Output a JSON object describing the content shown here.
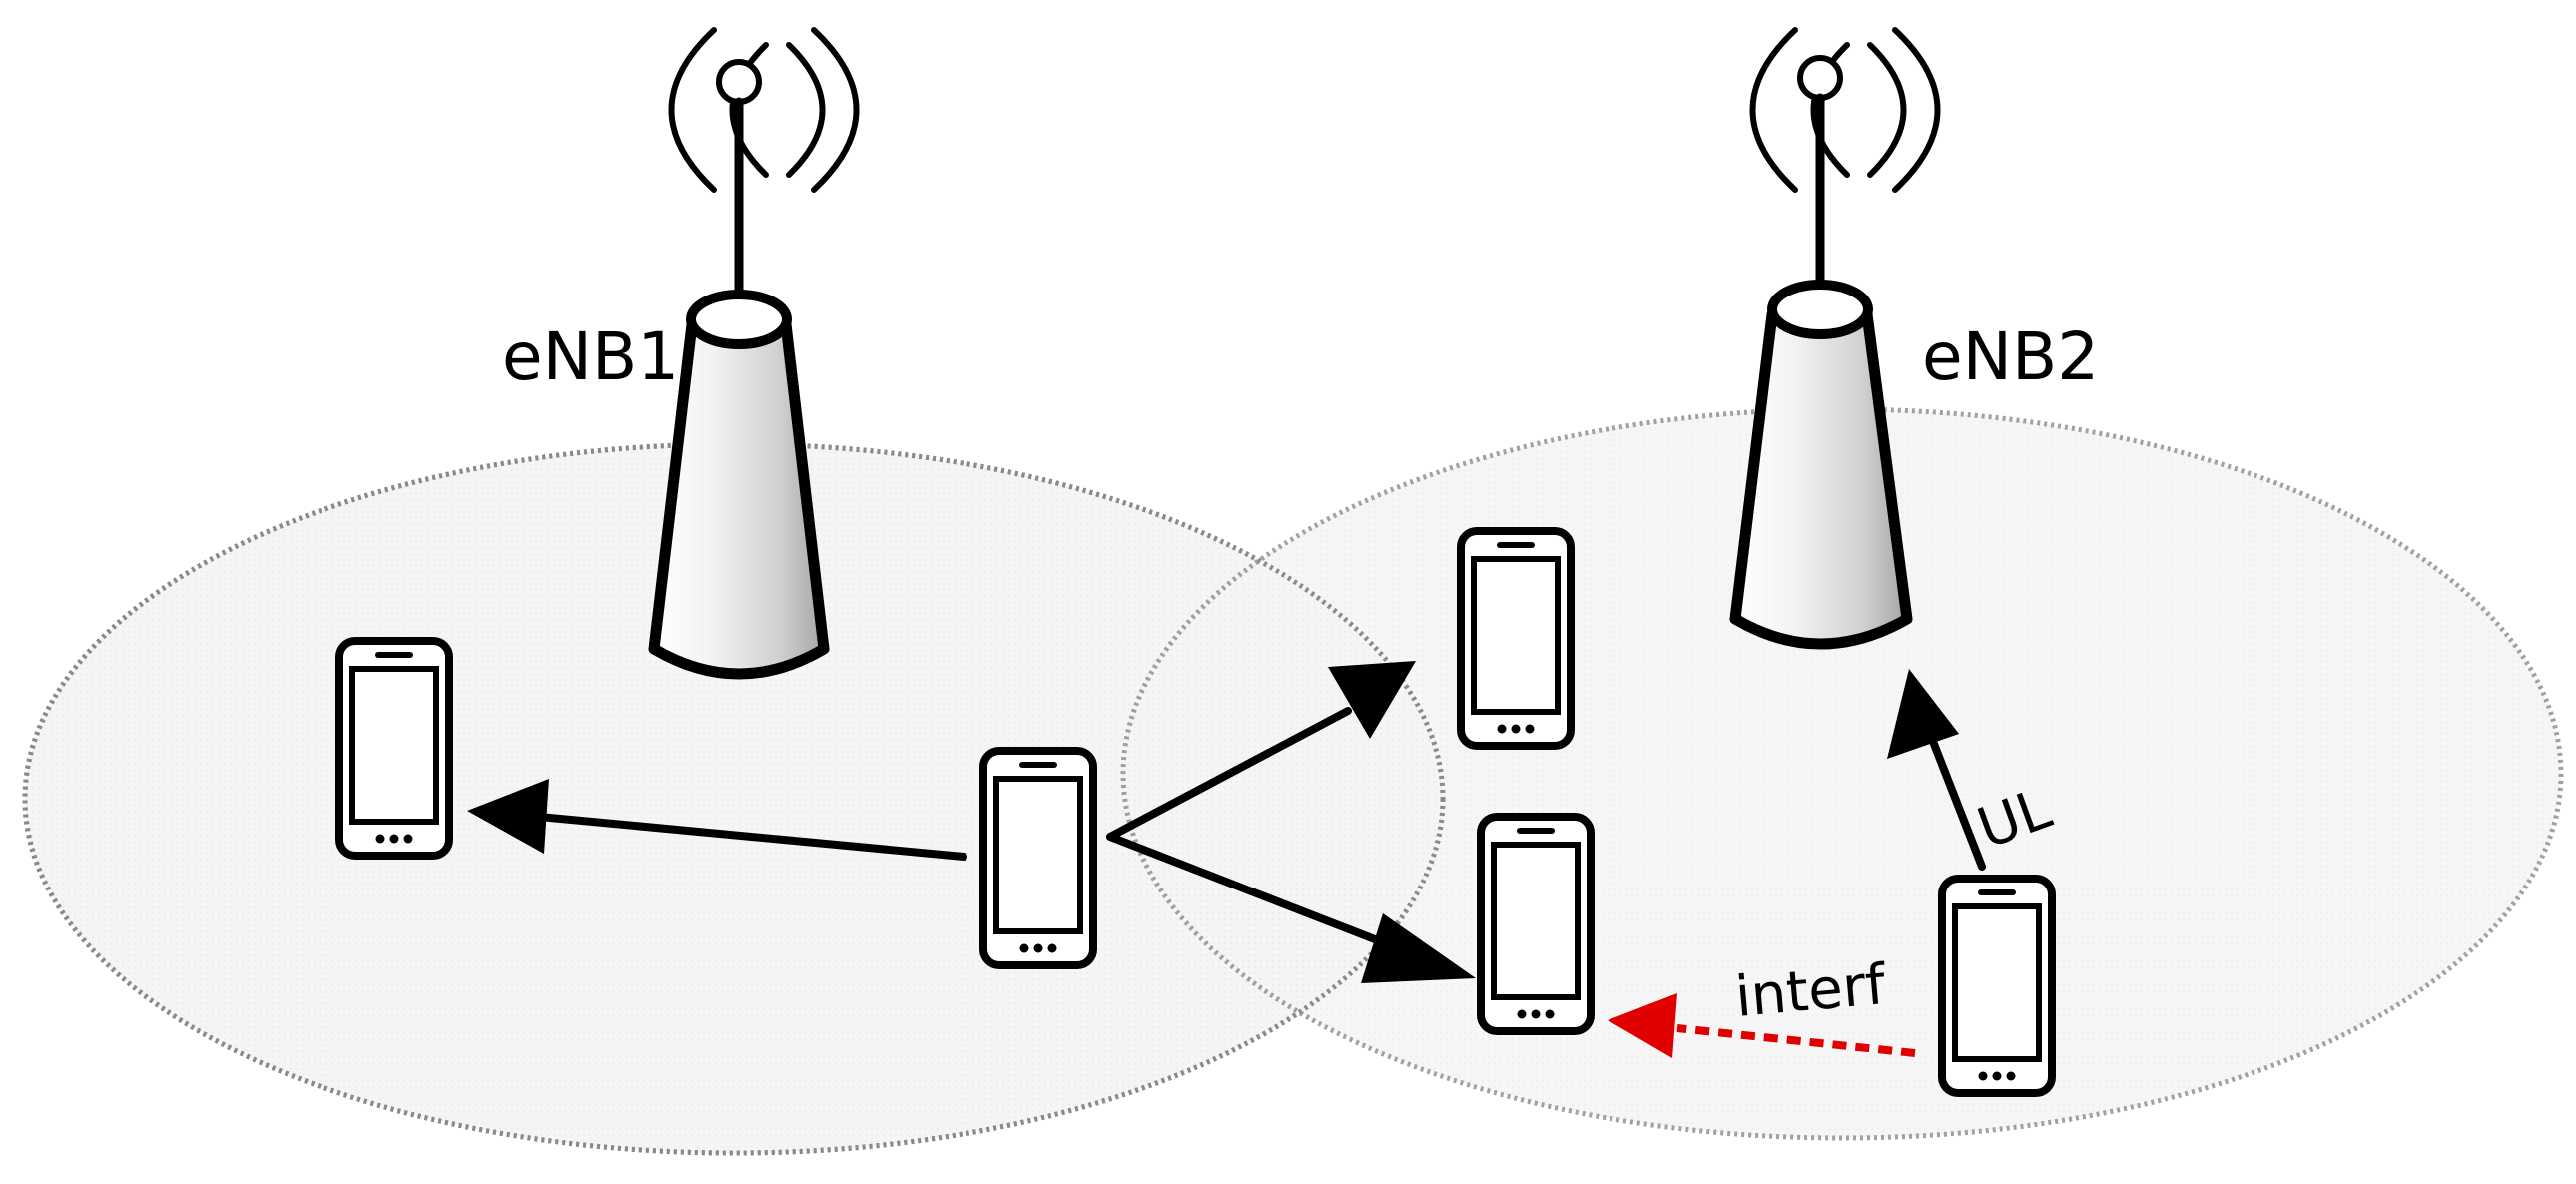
{
  "base_stations": [
    {
      "label": "eNB1"
    },
    {
      "label": "eNB2"
    }
  ],
  "links": {
    "ul_label": "UL",
    "interf_label": "interf"
  },
  "colors": {
    "stroke": "#000000",
    "cell_fill": "#f4f4f4",
    "cell_border": "#8a8a8a",
    "tower_fill_light": "#f7f7f7",
    "tower_fill_dark": "#a9a9a9",
    "interference": "#e00000"
  },
  "icons": [
    "antenna-icon",
    "phone-icon"
  ]
}
